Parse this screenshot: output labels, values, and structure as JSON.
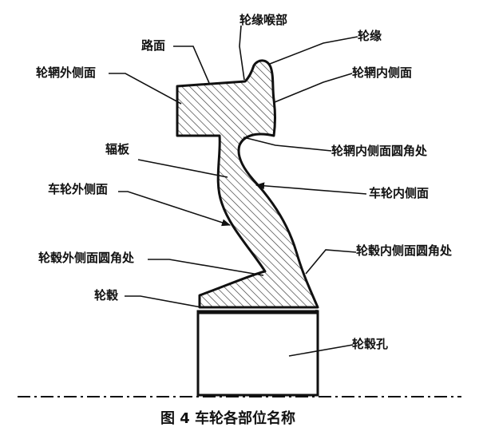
{
  "colors": {
    "ink": "#111111",
    "hatch": "#333333",
    "paper": "#ffffff"
  },
  "labels": {
    "lumian": "路面",
    "lunyuan_houbu": "轮缘喉部",
    "lunyuan": "轮缘",
    "lunwang_waice": "轮辋外侧面",
    "lunwang_neice": "轮辋内侧面",
    "lunwang_neice_yuanjiao": "轮辋内侧面圆角处",
    "fuban": "辐板",
    "chelun_waice": "车轮外侧面",
    "chelun_neice": "车轮内侧面",
    "lungu_waice_yuanjiao": "轮毂外侧面圆角处",
    "lungu_neice_yuanjiao": "轮毂内侧面圆角处",
    "lungu": "轮毂",
    "lungu_kong": "轮毂孔"
  },
  "caption": "图 4  车轮各部位名称"
}
